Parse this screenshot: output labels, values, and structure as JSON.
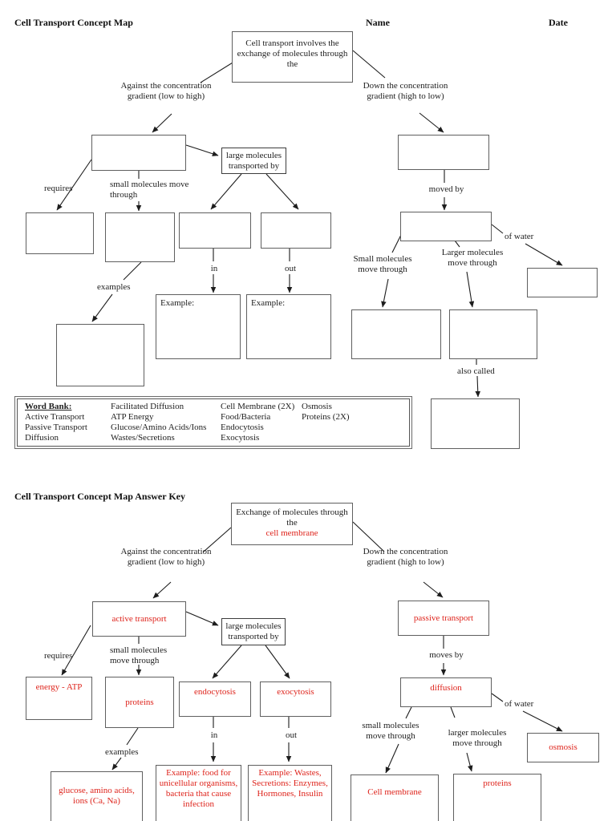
{
  "header": {
    "title": "Cell Transport Concept Map",
    "name_label": "Name",
    "date_label": "Date"
  },
  "map1": {
    "root": "Cell transport involves the exchange of molecules through the",
    "against_label": "Against the concentration gradient (low to high)",
    "down_label": "Down the concentration gradient (high to low)",
    "requires_label": "requires",
    "small_molecules_label": "small molecules move through",
    "large_molecules_label": "large molecules transported by",
    "moved_by_label": "moved by",
    "of_water_label": "of water",
    "small_molecules_right_label": "Small molecules move through",
    "larger_molecules_right_label": "Larger molecules move through",
    "in_label": "in",
    "out_label": "out",
    "examples_label": "examples",
    "example_label_in": "Example:",
    "example_label_out": "Example:",
    "also_called_label": "also called"
  },
  "word_bank": {
    "heading": "Word Bank:",
    "col1": [
      "Active Transport",
      "Passive Transport",
      "Diffusion"
    ],
    "col2": [
      "Facilitated Diffusion",
      "ATP Energy",
      "Glucose/Amino Acids/Ions",
      "Wastes/Secretions"
    ],
    "col3": [
      "Cell Membrane (2X)",
      "Food/Bacteria",
      "Endocytosis",
      "Exocytosis"
    ],
    "col4": [
      "Osmosis",
      "Proteins (2X)"
    ]
  },
  "map2": {
    "title": "Cell Transport Concept Map Answer Key",
    "root_black": "Exchange of molecules through the",
    "root_red": "cell membrane",
    "against_label": "Against the concentration gradient (low to high)",
    "down_label": "Down the concentration gradient (high to low)",
    "requires_label": "requires",
    "small_molecules_label": "small molecules move through",
    "large_molecules_label": "large molecules transported by",
    "moves_by_label": "moves by",
    "of_water_label": "of water",
    "small_molecules_right_label": "small molecules move through",
    "larger_molecules_right_label": "larger molecules move through",
    "in_label": "in",
    "out_label": "out",
    "examples_label": "examples",
    "answers": {
      "active_transport": "active transport",
      "passive_transport": "passive transport",
      "energy_atp": "energy - ATP",
      "proteins_left": "proteins",
      "endocytosis": "endocytosis",
      "exocytosis": "exocytosis",
      "diffusion": "diffusion",
      "osmosis": "osmosis",
      "glucose": "glucose, amino acids, ions (Ca, Na)",
      "example_in": "Example: food for unicellular organisms, bacteria that cause infection",
      "example_out": "Example: Wastes, Secretions: Enzymes, Hormones, Insulin",
      "cell_membrane": "Cell membrane",
      "proteins_right": "proteins"
    }
  },
  "colors": {
    "answer_red": "#de231b",
    "line": "#1d1d1d"
  }
}
